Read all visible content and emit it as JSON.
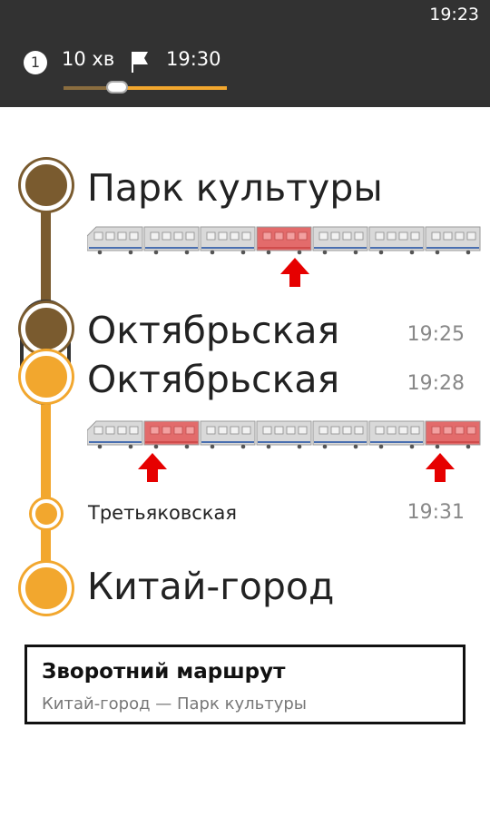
{
  "status_bar": {
    "clock": "19:23"
  },
  "summary": {
    "changes_count": "1",
    "duration": "10 хв",
    "arrival_time": "19:30",
    "progress_fraction": 0.33
  },
  "route": {
    "colors": {
      "line_1": "#7a5b2f",
      "line_2": "#f2a72e",
      "highlight_car": "#e36b6b",
      "arrow": "#e60000"
    },
    "stations": [
      {
        "name": "Парк культуры",
        "time": ""
      },
      {
        "name": "Октябрьская",
        "time": "19:25"
      },
      {
        "name": "Октябрьская",
        "time": "19:28"
      },
      {
        "name": "Третьяковская",
        "time": "19:31"
      },
      {
        "name": "Китай-город",
        "time": ""
      }
    ],
    "trains": [
      {
        "highlighted_cars": [
          3
        ]
      },
      {
        "highlighted_cars": [
          1,
          6
        ]
      }
    ]
  },
  "reverse_route": {
    "title": "Зворотний маршрут",
    "subtitle": "Китай-город — Парк культуры"
  }
}
